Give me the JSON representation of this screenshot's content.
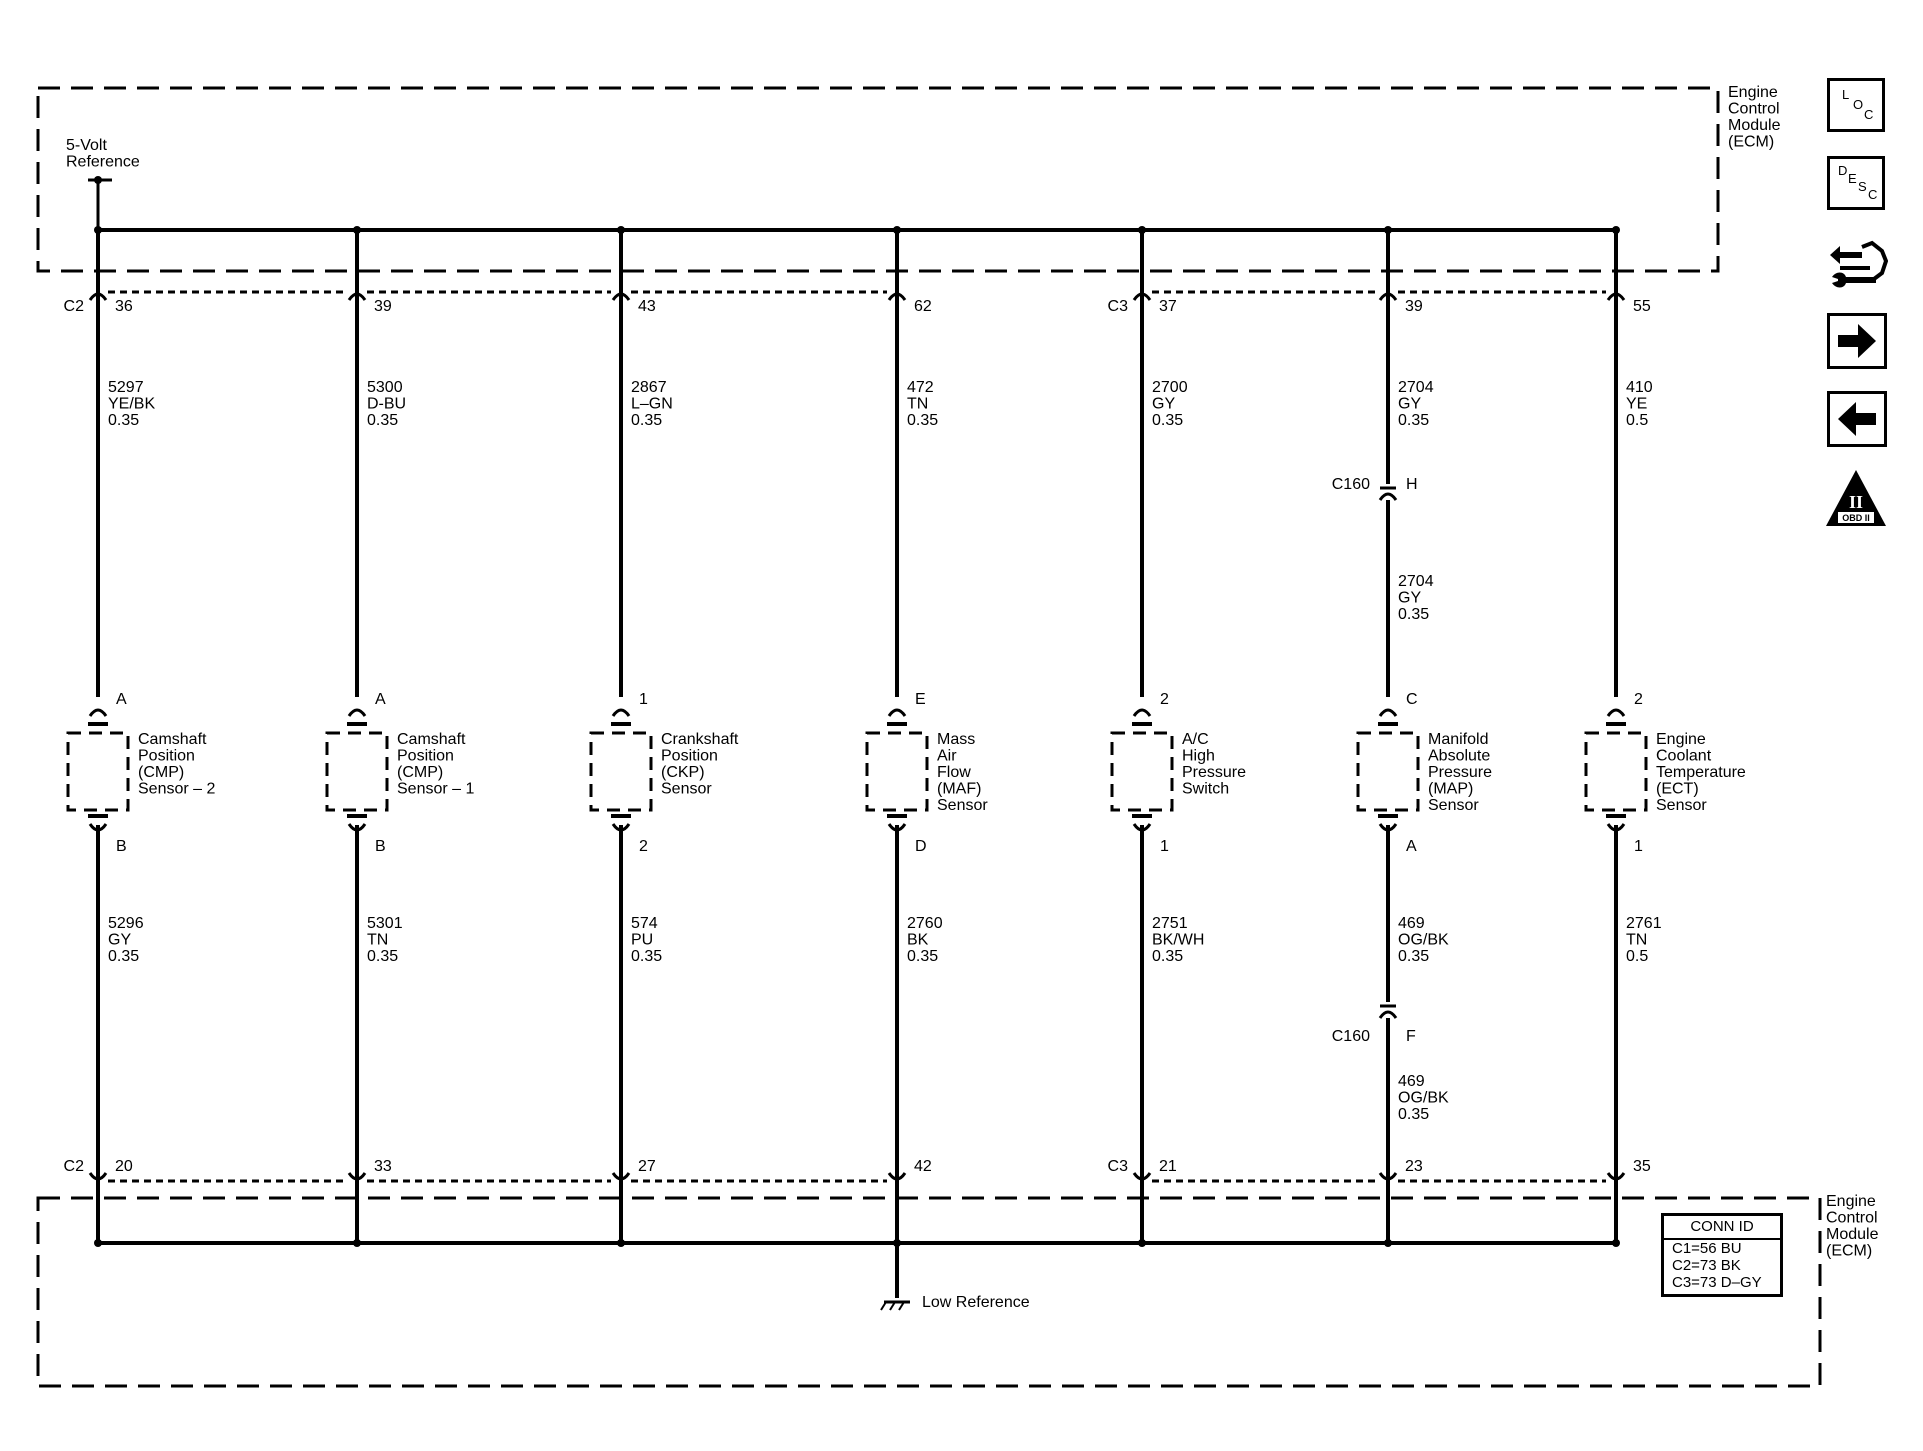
{
  "ecm_top": {
    "title_lines": [
      "Engine",
      "Control",
      "Module",
      "(ECM)"
    ]
  },
  "ecm_bottom": {
    "title_lines": [
      "Engine",
      "Control",
      "Module",
      "(ECM)"
    ]
  },
  "reference": {
    "lines": [
      "5-Volt",
      "Reference"
    ]
  },
  "low_reference": {
    "label": "Low Reference"
  },
  "circuits": [
    {
      "id": "cmp2",
      "top_conn": "C2",
      "top_pin": "36",
      "top_wire": [
        "5297",
        "YE/BK",
        "0.35"
      ],
      "comp_pin_top": "A",
      "comp_pin_bottom": "B",
      "component": [
        "Camshaft",
        "Position",
        "(CMP)",
        "Sensor – 2"
      ],
      "bottom_wire": [
        "5296",
        "GY",
        "0.35"
      ],
      "bottom_conn": "C2",
      "bottom_pin": "20"
    },
    {
      "id": "cmp1",
      "top_conn": "",
      "top_pin": "39",
      "top_wire": [
        "5300",
        "D-BU",
        "0.35"
      ],
      "comp_pin_top": "A",
      "comp_pin_bottom": "B",
      "component": [
        "Camshaft",
        "Position",
        "(CMP)",
        "Sensor – 1"
      ],
      "bottom_wire": [
        "5301",
        "TN",
        "0.35"
      ],
      "bottom_conn": "",
      "bottom_pin": "33"
    },
    {
      "id": "ckp",
      "top_conn": "",
      "top_pin": "43",
      "top_wire": [
        "2867",
        "L–GN",
        "0.35"
      ],
      "comp_pin_top": "1",
      "comp_pin_bottom": "2",
      "component": [
        "Crankshaft",
        "Position",
        "(CKP)",
        "Sensor"
      ],
      "bottom_wire": [
        "574",
        "PU",
        "0.35"
      ],
      "bottom_conn": "",
      "bottom_pin": "27"
    },
    {
      "id": "maf",
      "top_conn": "",
      "top_pin": "62",
      "top_wire": [
        "472",
        "TN",
        "0.35"
      ],
      "comp_pin_top": "E",
      "comp_pin_bottom": "D",
      "component": [
        "Mass",
        "Air",
        "Flow",
        "(MAF)",
        "Sensor"
      ],
      "bottom_wire": [
        "2760",
        "BK",
        "0.35"
      ],
      "bottom_conn": "",
      "bottom_pin": "42"
    },
    {
      "id": "ac",
      "top_conn": "C3",
      "top_pin": "37",
      "top_wire": [
        "2700",
        "GY",
        "0.35"
      ],
      "comp_pin_top": "2",
      "comp_pin_bottom": "1",
      "component": [
        "A/C",
        "High",
        "Pressure",
        "Switch"
      ],
      "bottom_wire": [
        "2751",
        "BK/WH",
        "0.35"
      ],
      "bottom_conn": "C3",
      "bottom_pin": "21"
    },
    {
      "id": "map",
      "top_conn": "",
      "top_pin": "39",
      "top_wire": [
        "2704",
        "GY",
        "0.35"
      ],
      "inline_top": {
        "conn": "C160",
        "pin": "H",
        "wire": [
          "2704",
          "GY",
          "0.35"
        ]
      },
      "comp_pin_top": "C",
      "comp_pin_bottom": "A",
      "component": [
        "Manifold",
        "Absolute",
        "Pressure",
        "(MAP)",
        "Sensor"
      ],
      "bottom_wire": [
        "469",
        "OG/BK",
        "0.35"
      ],
      "inline_bottom": {
        "conn": "C160",
        "pin": "F",
        "wire": [
          "469",
          "OG/BK",
          "0.35"
        ]
      },
      "bottom_conn": "",
      "bottom_pin": "23"
    },
    {
      "id": "ect",
      "top_conn": "",
      "top_pin": "55",
      "top_wire": [
        "410",
        "YE",
        "0.5"
      ],
      "comp_pin_top": "2",
      "comp_pin_bottom": "1",
      "component": [
        "Engine",
        "Coolant",
        "Temperature",
        "(ECT)",
        "Sensor"
      ],
      "bottom_wire": [
        "2761",
        "TN",
        "0.5"
      ],
      "bottom_conn": "",
      "bottom_pin": "35"
    }
  ],
  "conn_id": {
    "title": "CONN ID",
    "rows": [
      "C1=56 BU",
      "C2=73 BK",
      "C3=73 D–GY"
    ]
  },
  "side_icons": {
    "loc": [
      "L",
      "O",
      "C"
    ],
    "desc": [
      "D",
      "E",
      "S",
      "C"
    ],
    "obd_main": "II",
    "obd_sub": "OBD II",
    "icon_names": [
      "location-icon",
      "description-icon",
      "schematic-navigation-icon",
      "next-page-icon",
      "previous-page-icon",
      "obd-ii-icon"
    ]
  }
}
